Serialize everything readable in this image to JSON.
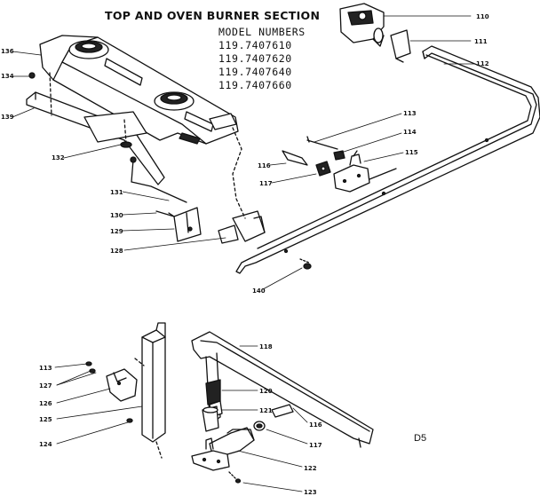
{
  "title": "TOP AND OVEN BURNER SECTION",
  "model_heading": "MODEL NUMBERS",
  "model_numbers": [
    "119.7407610",
    "119.7407620",
    "119.7407640",
    "119.7407660"
  ],
  "diagram_code": "D5",
  "callouts": [
    {
      "id": "110",
      "label": "110"
    },
    {
      "id": "111",
      "label": "111"
    },
    {
      "id": "112",
      "label": "112"
    },
    {
      "id": "113a",
      "label": "113"
    },
    {
      "id": "114",
      "label": "114"
    },
    {
      "id": "115",
      "label": "115"
    },
    {
      "id": "116a",
      "label": "116"
    },
    {
      "id": "117a",
      "label": "117"
    },
    {
      "id": "136",
      "label": "136"
    },
    {
      "id": "134",
      "label": "134"
    },
    {
      "id": "139",
      "label": "139"
    },
    {
      "id": "132",
      "label": "132"
    },
    {
      "id": "131",
      "label": "131"
    },
    {
      "id": "130",
      "label": "130"
    },
    {
      "id": "129",
      "label": "129"
    },
    {
      "id": "128",
      "label": "128"
    },
    {
      "id": "140",
      "label": "140"
    },
    {
      "id": "113b",
      "label": "113"
    },
    {
      "id": "127",
      "label": "127"
    },
    {
      "id": "126",
      "label": "126"
    },
    {
      "id": "125",
      "label": "125"
    },
    {
      "id": "124",
      "label": "124"
    },
    {
      "id": "118",
      "label": "118"
    },
    {
      "id": "120",
      "label": "120"
    },
    {
      "id": "121",
      "label": "121"
    },
    {
      "id": "116b",
      "label": "116"
    },
    {
      "id": "117b",
      "label": "117"
    },
    {
      "id": "122",
      "label": "122"
    },
    {
      "id": "123",
      "label": "123"
    }
  ]
}
